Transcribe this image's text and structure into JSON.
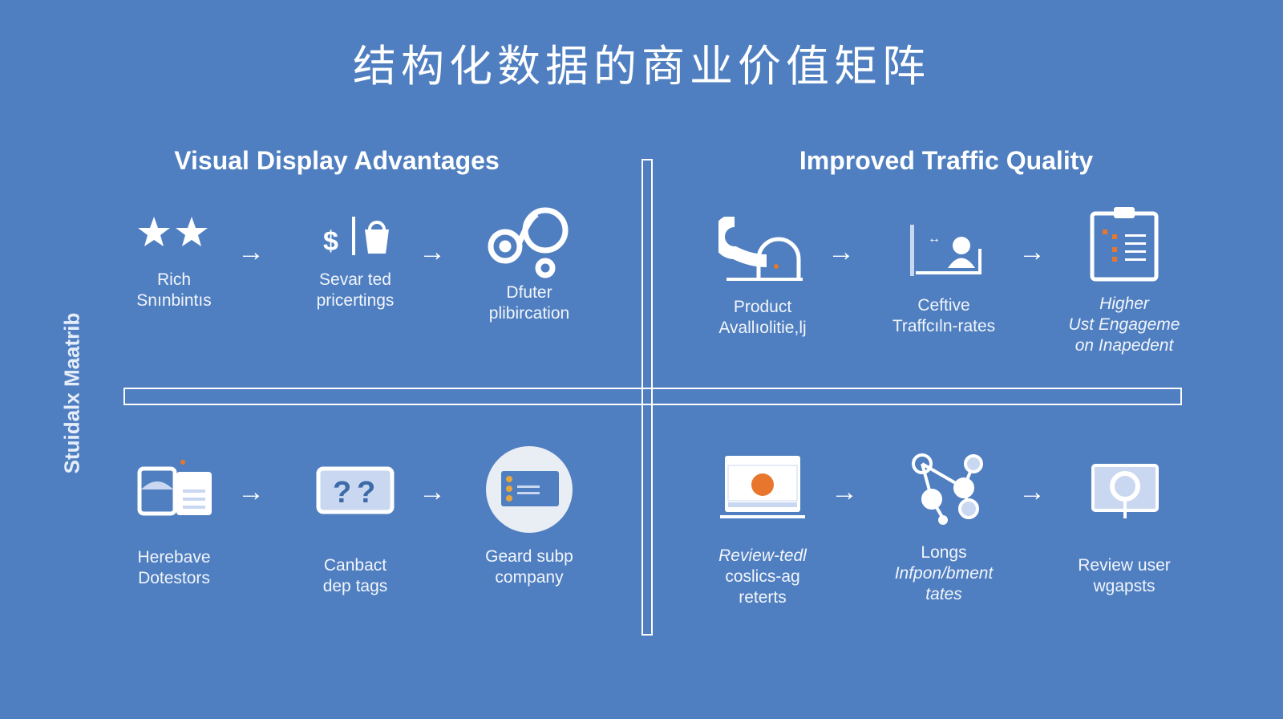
{
  "title": "结构化数据的商业价值矩阵",
  "side_label": "Stuidalx Maatrib",
  "quadrants": {
    "left_heading": "Visual Display Advantages",
    "right_heading": "Improved Traffic Quality"
  },
  "top_left": [
    {
      "icon": "stars-icon",
      "line1": "Rich",
      "line2": "Snınbintıs"
    },
    {
      "icon": "price-bag-icon",
      "line1": "Sevar ted",
      "line2": "pricertings"
    },
    {
      "icon": "link-nodes-icon",
      "line1": "Dfuter",
      "line2": "plibircation"
    }
  ],
  "top_right": [
    {
      "icon": "product-availability-icon",
      "line1": "Product",
      "line2": "Avallıolitie,lj"
    },
    {
      "icon": "traffic-profile-icon",
      "line1": "Ceftive",
      "line2": "Traffcıln-rates"
    },
    {
      "icon": "clipboard-icon",
      "line1": "Higher",
      "line2": "Ust Engageme",
      "line3": "on Inapedent"
    }
  ],
  "bottom_left": [
    {
      "icon": "documents-icon",
      "line1": "Herebave",
      "line2": "Dotestors"
    },
    {
      "icon": "question-card-icon",
      "line1": "Canbact",
      "line2": "dep tags"
    },
    {
      "icon": "data-card-icon",
      "line1": "Geard subp",
      "line2": "company"
    }
  ],
  "bottom_right": [
    {
      "icon": "laptop-review-icon",
      "line1": "Review-tedl",
      "line2": "coslics-ag",
      "line3": "reterts"
    },
    {
      "icon": "network-icon",
      "line1": "Longs",
      "line2": "Infpon/bment",
      "line3": "tates"
    },
    {
      "icon": "search-screen-icon",
      "line1": "Review user",
      "line2": "wgapsts"
    }
  ],
  "colors": {
    "background": "#4f7fc0",
    "accent": "#e8762c"
  }
}
